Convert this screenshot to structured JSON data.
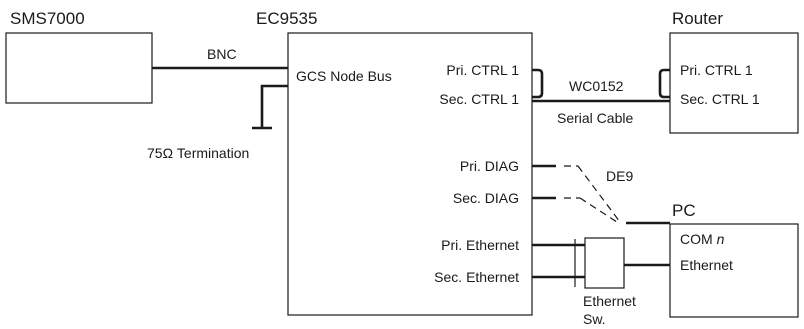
{
  "devices": {
    "sms7000": {
      "label": "SMS7000"
    },
    "ec9535": {
      "label": "EC9535"
    },
    "router": {
      "label": "Router"
    },
    "pc": {
      "label": "PC"
    }
  },
  "ec9535_ports": {
    "gcs_node_bus": "GCS Node Bus",
    "pri_ctrl1": "Pri. CTRL 1",
    "sec_ctrl1": "Sec. CTRL 1",
    "pri_diag": "Pri. DIAG",
    "sec_diag": "Sec. DIAG",
    "pri_ethernet": "Pri. Ethernet",
    "sec_ethernet": "Sec. Ethernet"
  },
  "router_ports": {
    "pri_ctrl1": "Pri. CTRL 1",
    "sec_ctrl1": "Sec. CTRL 1"
  },
  "pc_ports": {
    "com_prefix": "COM ",
    "com_var": "n",
    "ethernet": "Ethernet"
  },
  "connections": {
    "bnc": "BNC",
    "termination": "75Ω Termination",
    "wc0152": "WC0152",
    "serial_cable": "Serial Cable",
    "de9": "DE9",
    "ethernet_switch_line1": "Ethernet",
    "ethernet_switch_line2": "Sw."
  }
}
